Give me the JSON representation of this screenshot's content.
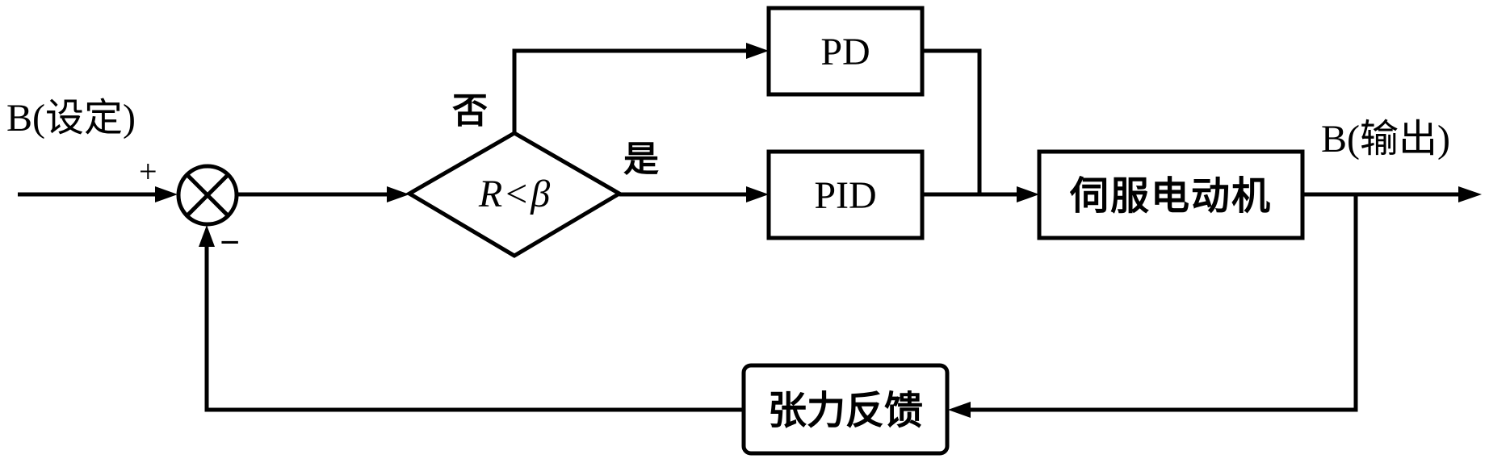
{
  "diagram": {
    "type": "control-block-diagram",
    "input_label": "B(设定)",
    "output_label": "B(输出)",
    "summing_junction": {
      "plus_sign": "+",
      "minus_sign": "−"
    },
    "decision": {
      "condition_R": "R",
      "condition_op": "<",
      "condition_beta": "β",
      "yes_label": "是",
      "no_label": "否"
    },
    "blocks": {
      "pd": "PD",
      "pid": "PID",
      "servo_motor": "伺服电动机",
      "tension_feedback": "张力反馈"
    },
    "colors": {
      "stroke": "#000000",
      "background": "#ffffff"
    }
  }
}
